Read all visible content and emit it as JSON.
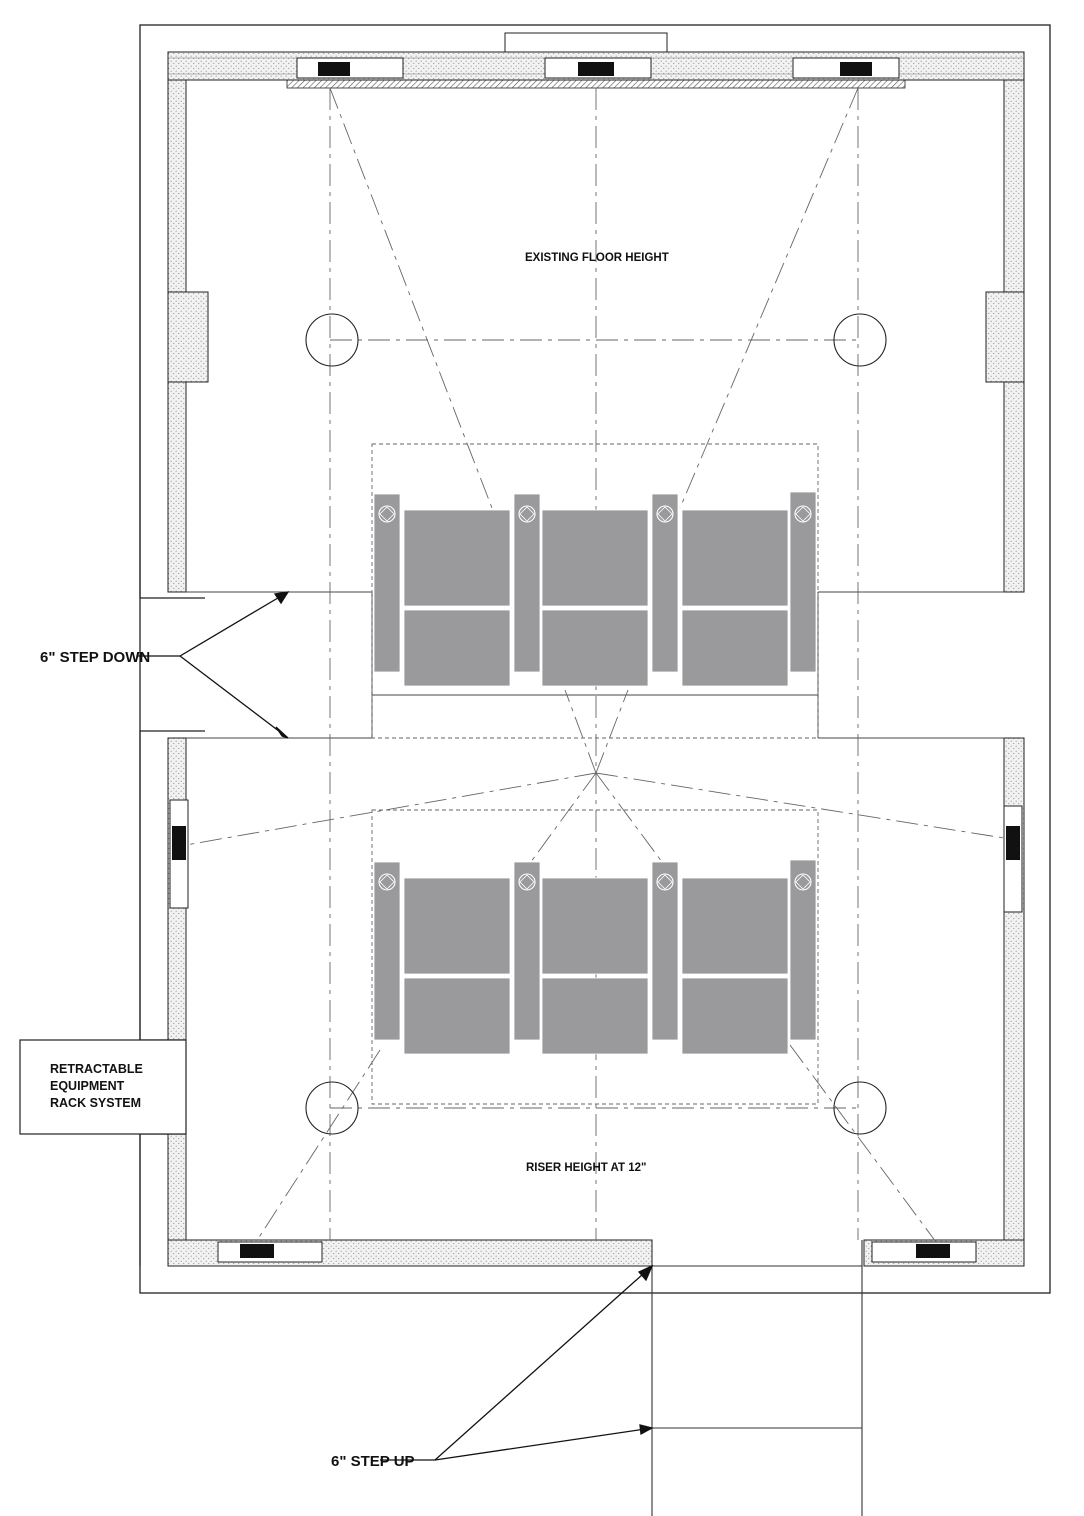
{
  "labels": {
    "existing_floor": "EXISTING FLOOR HEIGHT",
    "riser_height": "RISER HEIGHT AT 12\"",
    "step_down": "6\" STEP DOWN",
    "step_up": "6\" STEP UP",
    "rack_line1": "RETRACTABLE",
    "rack_line2": "EQUIPMENT",
    "rack_line3": "RACK SYSTEM"
  },
  "colors": {
    "seat_fill": "#9a999b",
    "line": "#222222",
    "guide": "#666666"
  },
  "icons": {
    "speaker": "in-ceiling-speaker-icon",
    "seat": "recliner-seat-icon"
  }
}
